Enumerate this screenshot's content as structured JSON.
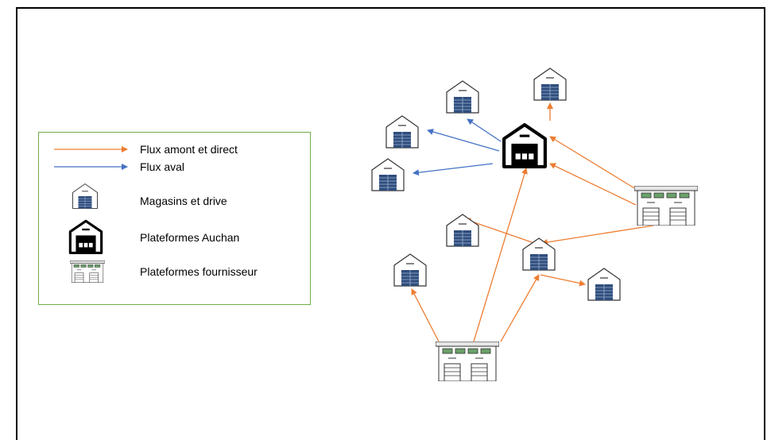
{
  "colors": {
    "upstream_arrow": "#ed7d31",
    "downstream_arrow": "#4472c4",
    "legend_border": "#70ad47",
    "store_door": "#3d5a8a",
    "supplier_window": "#6aa06a"
  },
  "legend": {
    "items": [
      {
        "label": "Flux amont et direct",
        "symbol": "orange-arrow"
      },
      {
        "label": "Flux aval",
        "symbol": "blue-arrow"
      },
      {
        "label": "Magasins et drive",
        "symbol": "store-icon"
      },
      {
        "label": "Plateformes Auchan",
        "symbol": "auchan-platform-icon"
      },
      {
        "label": "Plateformes fournisseur",
        "symbol": "supplier-platform-icon"
      }
    ]
  },
  "network": {
    "icons": [
      "store-icon",
      "auchan-platform-icon",
      "supplier-platform-icon"
    ],
    "flows": [
      "Flux amont et direct",
      "Flux aval"
    ]
  }
}
